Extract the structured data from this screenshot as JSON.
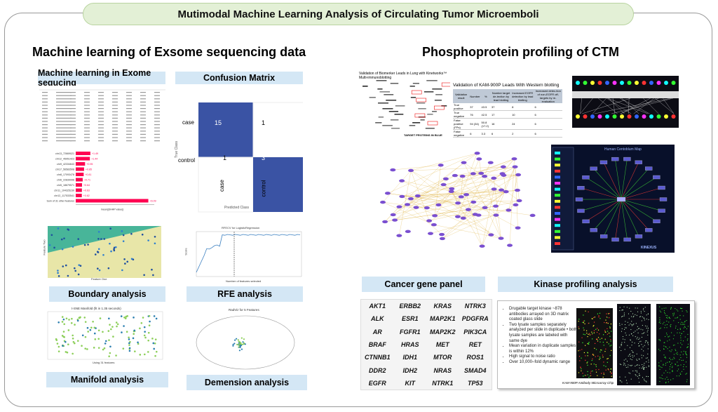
{
  "title": "Mutimodal Machine Learning Analysis of Circulating Tumor Microemboli",
  "left_section": "Machine learning of Exsome sequencing data",
  "right_section": "Phosphoprotein profiling of CTM",
  "panels": {
    "ml_table": "Machine learning in Exome sequcing",
    "confusion": "Confusion Matrix",
    "boundary": "Boundary analysis",
    "rfe": "RFE analysis",
    "manifold": "Manifold analysis",
    "dimension": "Demension analysis",
    "cancer": "Cancer gene panel",
    "kinase": "Kinase profiling analysis"
  },
  "confusion": {
    "cells": [
      "15",
      "1",
      "1",
      "3"
    ],
    "rows": [
      "case",
      "control"
    ],
    "cols": [
      "case",
      "control"
    ],
    "ylabel": "True Class",
    "xlabel": "Predicted Class"
  },
  "rfe_title": "RFECV for LogisticRegression",
  "rfe_xlabel": "Number of features selected",
  "rfe_ylabel": "Score",
  "manifold_title": "t-SNE Manifold (fit in 1.35 seconds)",
  "manifold_xlabel": "Using 31 features",
  "radviz_title": "RadViz for 5 Features",
  "boundary_xlabel": "Feature One",
  "boundary_ylabel": "Feature Two",
  "blot_title": "Validation of Biomerker Leads in Lung with Kinetworks™ Multi-immunoblotting",
  "blot_caption": "TARGET PROTEINS IN BLUE",
  "kam_title": "Validation of KAM-900P Leads With Western blotting",
  "kam_table": {
    "headers": [
      "Validation result",
      "Number",
      "%",
      "Number target de-tection by lead blotting",
      "Increased EGFR detection by lead blotting",
      "Increased detec-tion of non-EGFR off-targets by re-evaluation"
    ],
    "rows": [
      [
        "True positive",
        "37",
        "43.5",
        "37",
        "8",
        "6"
      ],
      [
        "True negative",
        "76",
        "42.5",
        "17",
        "10",
        "6"
      ],
      [
        "False positive (FPs)",
        "94 (34)",
        "50.8 (17.2)",
        "16",
        "24",
        "6"
      ],
      [
        "False negative",
        "6",
        "3.3",
        "6",
        "2",
        "6"
      ]
    ]
  },
  "shap_features": [
    "chr13_72669021",
    "chr12_45951423",
    "chr9_42334643",
    "chr17_56583508",
    "chr8_17093478",
    "chr6_22839996",
    "chr5_18679571",
    "chr11_104325230",
    "chr12_117533541"
  ],
  "shap_values": [
    "+1.49",
    "+1.44",
    "+0.95",
    "+0.85",
    "+0.81",
    "+0.71",
    "+0.64",
    "+0.63",
    "+0.62"
  ],
  "shap_other": "Sum of 31 other features",
  "shap_other_value": "+6.09",
  "shap_axis": "mean(|SHAP value|)",
  "kinase_bullets": [
    "Drugable target kinase ~878 antibodies arrayed on 3D matrix coated glass slide",
    "Two lysate samples separately analyzed per slide in duplicate • both lysate samples are labeled with same dye",
    "Mean variation in duplicate samples is within 12%",
    "High signal to noise ratio",
    "Over 10,000–fold dynamic range"
  ],
  "kinase_caption": "KAM-900P Antibody Microarray Chip",
  "genes": [
    [
      "AKT1",
      "ERBB2",
      "KRAS",
      "NTRK3"
    ],
    [
      "ALK",
      "ESR1",
      "MAP2K1",
      "PDGFRA"
    ],
    [
      "AR",
      "FGFR1",
      "MAP2K2",
      "PIK3CA"
    ],
    [
      "BRAF",
      "HRAS",
      "MET",
      "RET"
    ],
    [
      "CTNNB1",
      "IDH1",
      "MTOR",
      "ROS1"
    ],
    [
      "DDR2",
      "IDH2",
      "NRAS",
      "SMAD4"
    ],
    [
      "EGFR",
      "KIT",
      "NTRK1",
      "TP53"
    ]
  ],
  "network_title": "Human Centoblum Map",
  "network_logo": "KINEXUS",
  "colors": {
    "pill_bg": "#e3f0d6",
    "label_bg": "#d4e7f5",
    "confusion_dark": "#3a53a4",
    "shap_bar": "#ff0051"
  }
}
